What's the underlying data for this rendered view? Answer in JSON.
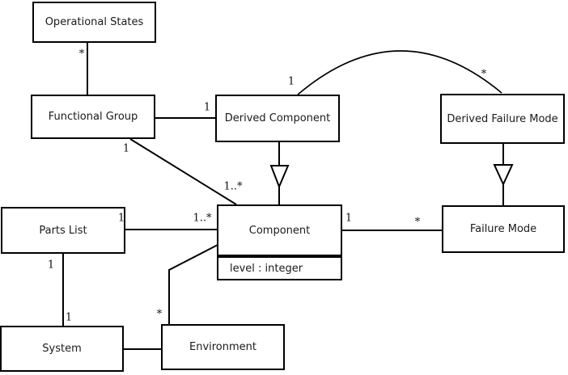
{
  "diagram": {
    "type": "uml-class-diagram",
    "classes": {
      "operational_states": {
        "name": "Operational States"
      },
      "functional_group": {
        "name": "Functional Group"
      },
      "derived_component": {
        "name": "Derived Component"
      },
      "derived_failure_mode": {
        "name": "Derived Failure Mode"
      },
      "parts_list": {
        "name": "Parts List"
      },
      "component": {
        "name": "Component",
        "attributes": [
          "level : integer"
        ]
      },
      "failure_mode": {
        "name": "Failure Mode"
      },
      "system": {
        "name": "System"
      },
      "environment": {
        "name": "Environment"
      }
    },
    "multiplicities": {
      "opstates_fg_opstates_end": "*",
      "fg_dc_dc_end": "1",
      "fg_comp_fg_end": "1",
      "fg_comp_comp_end": "1..*",
      "dc_dfm_dc_end": "1",
      "dc_dfm_dfm_end": "*",
      "pl_comp_pl_end": "1",
      "pl_comp_comp_end": "1..*",
      "comp_fm_comp_end": "1",
      "comp_fm_fm_end": "*",
      "pl_sys_pl_end": "1",
      "pl_sys_sys_end": "1",
      "env_comp_env_end": "*"
    },
    "colors": {
      "line": "#000000",
      "box_border": "#000000",
      "box_fill": "#ffffff",
      "text": "#1a1a1a",
      "background": "#ffffff"
    }
  }
}
